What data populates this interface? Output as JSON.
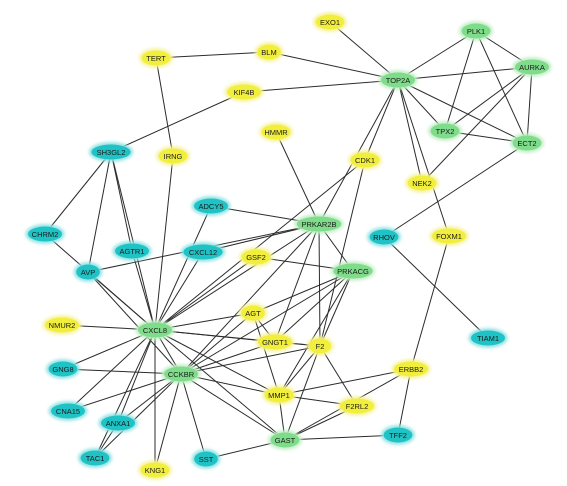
{
  "colors": {
    "yellow_fill": "#f2ef3c",
    "yellow_glow": "#f6f39a",
    "green_fill": "#7fdc8a",
    "green_glow": "#c2eec6",
    "cyan_fill": "#1fc3c5",
    "cyan_glow": "#8fe2e3",
    "edge": "#2b2b2b"
  },
  "nodes": [
    {
      "id": "EXO1",
      "label": "EXO1",
      "color": "yellow"
    },
    {
      "id": "PLK1",
      "label": "PLK1",
      "color": "green"
    },
    {
      "id": "TERT",
      "label": "TERT",
      "color": "yellow"
    },
    {
      "id": "BLM",
      "label": "BLM",
      "color": "yellow"
    },
    {
      "id": "AURKA",
      "label": "AURKA",
      "color": "green"
    },
    {
      "id": "TOP2A",
      "label": "TOP2A",
      "color": "green"
    },
    {
      "id": "KIF4B",
      "label": "KIF4B",
      "color": "yellow"
    },
    {
      "id": "HMMR",
      "label": "HMMR",
      "color": "yellow"
    },
    {
      "id": "TPX2",
      "label": "TPX2",
      "color": "green"
    },
    {
      "id": "ECT2",
      "label": "ECT2",
      "color": "green"
    },
    {
      "id": "SH3GL2",
      "label": "SH3GL2",
      "color": "cyan"
    },
    {
      "id": "IRNG",
      "label": "IRNG",
      "color": "yellow"
    },
    {
      "id": "CDK1",
      "label": "CDK1",
      "color": "yellow"
    },
    {
      "id": "NEK2",
      "label": "NEK2",
      "color": "yellow"
    },
    {
      "id": "ADCY5",
      "label": "ADCY5",
      "color": "cyan"
    },
    {
      "id": "PRKAR2B",
      "label": "PRKAR2B",
      "color": "green"
    },
    {
      "id": "RHOV",
      "label": "RHOV",
      "color": "cyan"
    },
    {
      "id": "FOXM1",
      "label": "FOXM1",
      "color": "yellow"
    },
    {
      "id": "CHRM2",
      "label": "CHRM2",
      "color": "cyan"
    },
    {
      "id": "AGTR1",
      "label": "AGTR1",
      "color": "cyan"
    },
    {
      "id": "CXCL12",
      "label": "CXCL12",
      "color": "cyan"
    },
    {
      "id": "GSF2",
      "label": "GSF2",
      "color": "yellow"
    },
    {
      "id": "AVP",
      "label": "AVP",
      "color": "cyan"
    },
    {
      "id": "PRKACG",
      "label": "PRKACG",
      "color": "green"
    },
    {
      "id": "NMUR2",
      "label": "NMUR2",
      "color": "yellow"
    },
    {
      "id": "CXCL8",
      "label": "CXCL8",
      "color": "green"
    },
    {
      "id": "AGT",
      "label": "AGT",
      "color": "yellow"
    },
    {
      "id": "TIAM1",
      "label": "TIAM1",
      "color": "cyan"
    },
    {
      "id": "GNGT1",
      "label": "GNGT1",
      "color": "yellow"
    },
    {
      "id": "F2",
      "label": "F2",
      "color": "yellow"
    },
    {
      "id": "GNG8",
      "label": "GNG8",
      "color": "cyan"
    },
    {
      "id": "CCKBR",
      "label": "CCKBR",
      "color": "green"
    },
    {
      "id": "ERBB2",
      "label": "ERBB2",
      "color": "yellow"
    },
    {
      "id": "MMP1",
      "label": "MMP1",
      "color": "yellow"
    },
    {
      "id": "CNA15",
      "label": "CNA15",
      "color": "cyan"
    },
    {
      "id": "F2RL2",
      "label": "F2RL2",
      "color": "yellow"
    },
    {
      "id": "ANXA1",
      "label": "ANXA1",
      "color": "cyan"
    },
    {
      "id": "GAST",
      "label": "GAST",
      "color": "green"
    },
    {
      "id": "TFF2",
      "label": "TFF2",
      "color": "cyan"
    },
    {
      "id": "TAC1",
      "label": "TAC1",
      "color": "cyan"
    },
    {
      "id": "SST",
      "label": "SST",
      "color": "cyan"
    },
    {
      "id": "KNG1",
      "label": "KNG1",
      "color": "yellow"
    }
  ],
  "edges": [
    [
      "EXO1",
      "TOP2A"
    ],
    [
      "TERT",
      "BLM"
    ],
    [
      "BLM",
      "TOP2A"
    ],
    [
      "TERT",
      "IRNG"
    ],
    [
      "KIF4B",
      "TOP2A"
    ],
    [
      "PLK1",
      "TOP2A"
    ],
    [
      "PLK1",
      "AURKA"
    ],
    [
      "PLK1",
      "TPX2"
    ],
    [
      "PLK1",
      "ECT2"
    ],
    [
      "AURKA",
      "TOP2A"
    ],
    [
      "AURKA",
      "TPX2"
    ],
    [
      "AURKA",
      "ECT2"
    ],
    [
      "TOP2A",
      "TPX2"
    ],
    [
      "TOP2A",
      "ECT2"
    ],
    [
      "TPX2",
      "ECT2"
    ],
    [
      "TOP2A",
      "CDK1"
    ],
    [
      "TOP2A",
      "NEK2"
    ],
    [
      "TOP2A",
      "FOXM1"
    ],
    [
      "TOP2A",
      "PRKAR2B"
    ],
    [
      "AURKA",
      "NEK2"
    ],
    [
      "ECT2",
      "RHOV"
    ],
    [
      "HMMR",
      "PRKAR2B"
    ],
    [
      "KIF4B",
      "SH3GL2"
    ],
    [
      "SH3GL2",
      "CHRM2"
    ],
    [
      "SH3GL2",
      "AVP"
    ],
    [
      "SH3GL2",
      "AGTR1"
    ],
    [
      "SH3GL2",
      "CXCL8"
    ],
    [
      "CHRM2",
      "CXCL8"
    ],
    [
      "IRNG",
      "CXCL8"
    ],
    [
      "AGTR1",
      "CXCL8"
    ],
    [
      "ADCY5",
      "PRKAR2B"
    ],
    [
      "ADCY5",
      "CXCL8"
    ],
    [
      "CXCL12",
      "PRKAR2B"
    ],
    [
      "CXCL12",
      "CXCL8"
    ],
    [
      "AVP",
      "CXCL8"
    ],
    [
      "AVP",
      "CCKBR"
    ],
    [
      "AVP",
      "PRKAR2B"
    ],
    [
      "CDK1",
      "CXCL8"
    ],
    [
      "CDK1",
      "F2"
    ],
    [
      "PRKAR2B",
      "PRKACG"
    ],
    [
      "PRKAR2B",
      "CXCL8"
    ],
    [
      "PRKAR2B",
      "GNGT1"
    ],
    [
      "PRKAR2B",
      "F2"
    ],
    [
      "PRKAR2B",
      "CCKBR"
    ],
    [
      "GSF2",
      "PRKACG"
    ],
    [
      "GSF2",
      "CXCL8"
    ],
    [
      "PRKACG",
      "CCKBR"
    ],
    [
      "PRKACG",
      "GNGT1"
    ],
    [
      "PRKACG",
      "F2"
    ],
    [
      "PRKACG",
      "MMP1"
    ],
    [
      "PRKACG",
      "AGT"
    ],
    [
      "RHOV",
      "TIAM1"
    ],
    [
      "FOXM1",
      "ERBB2"
    ],
    [
      "NMUR2",
      "CXCL8"
    ],
    [
      "CXCL8",
      "AGT"
    ],
    [
      "CXCL8",
      "GNGT1"
    ],
    [
      "CXCL8",
      "F2"
    ],
    [
      "CXCL8",
      "MMP1"
    ],
    [
      "CXCL8",
      "CCKBR"
    ],
    [
      "CXCL8",
      "GNG8"
    ],
    [
      "CXCL8",
      "CNA15"
    ],
    [
      "CXCL8",
      "ANXA1"
    ],
    [
      "CXCL8",
      "TAC1"
    ],
    [
      "CXCL8",
      "KNG1"
    ],
    [
      "CXCL8",
      "GAST"
    ],
    [
      "AGT",
      "CCKBR"
    ],
    [
      "AGT",
      "GNGT1"
    ],
    [
      "AGT",
      "MMP1"
    ],
    [
      "GNGT1",
      "CCKBR"
    ],
    [
      "GNGT1",
      "F2"
    ],
    [
      "F2",
      "MMP1"
    ],
    [
      "F2",
      "GAST"
    ],
    [
      "F2",
      "CCKBR"
    ],
    [
      "F2",
      "F2RL2"
    ],
    [
      "CCKBR",
      "GNG8"
    ],
    [
      "CCKBR",
      "CNA15"
    ],
    [
      "CCKBR",
      "ANXA1"
    ],
    [
      "CCKBR",
      "TAC1"
    ],
    [
      "CCKBR",
      "KNG1"
    ],
    [
      "CCKBR",
      "SST"
    ],
    [
      "CCKBR",
      "GAST"
    ],
    [
      "CCKBR",
      "MMP1"
    ],
    [
      "MMP1",
      "ERBB2"
    ],
    [
      "MMP1",
      "F2RL2"
    ],
    [
      "MMP1",
      "GAST"
    ],
    [
      "ERBB2",
      "TFF2"
    ],
    [
      "ERBB2",
      "GAST"
    ],
    [
      "F2RL2",
      "GAST"
    ],
    [
      "GAST",
      "TFF2"
    ],
    [
      "GAST",
      "SST"
    ],
    [
      "ANXA1",
      "TAC1"
    ]
  ]
}
